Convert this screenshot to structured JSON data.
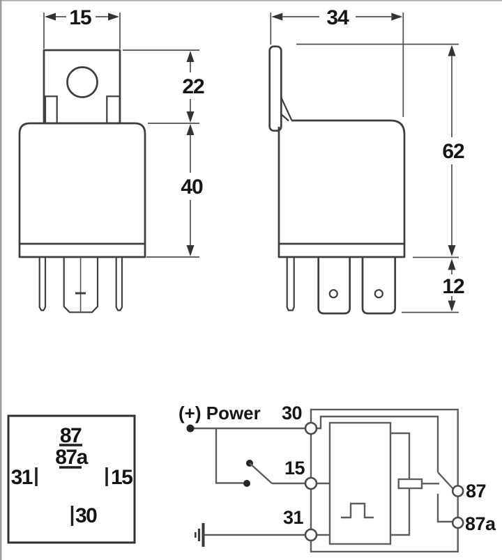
{
  "front_view": {
    "width": "15",
    "bracket_height": "22",
    "body_height": "40"
  },
  "side_view": {
    "width": "34",
    "total_height": "62",
    "pin_length": "12"
  },
  "pinout_box": {
    "pin_top": "87",
    "pin_top_alt": "87a",
    "pin_left": "31",
    "pin_right": "15",
    "pin_bottom": "30"
  },
  "schematic": {
    "power_label": "(+) Power",
    "terminal_30": "30",
    "terminal_15": "15",
    "terminal_31": "31",
    "terminal_87": "87",
    "terminal_87a": "87a"
  },
  "colors": {
    "line": "#3e3e3e",
    "wire": "#5d5d5d",
    "text": "#161616",
    "background": "#ffffff"
  }
}
